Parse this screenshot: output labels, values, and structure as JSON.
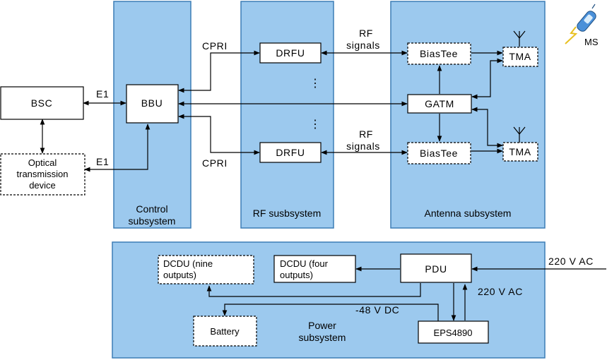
{
  "colors": {
    "subsystem_fill": "#9cc9ee",
    "subsystem_border": "#3c7db5",
    "box_fill": "#ffffff",
    "line": "#000000",
    "ms_phone": "#4a90d9",
    "ms_bolt": "#e8c020"
  },
  "subsystems": {
    "control": [
      "Control",
      "subsystem"
    ],
    "rf": "RF susbsystem",
    "antenna": "Antenna subsystem",
    "power": [
      "Power",
      "subsystem"
    ]
  },
  "blocks": {
    "bsc": "BSC",
    "optical": [
      "Optical",
      "transmission",
      "device"
    ],
    "bbu": "BBU",
    "drfu_top": "DRFU",
    "drfu_bottom": "DRFU",
    "biastee_top": "BiasTee",
    "biastee_bottom": "BiasTee",
    "gatm": "GATM",
    "tma_top": "TMA",
    "tma_bottom": "TMA",
    "dcdu_nine": [
      "DCDU (nine",
      "outputs)"
    ],
    "dcdu_four": [
      "DCDU (four",
      "outputs)"
    ],
    "pdu": "PDU",
    "battery": "Battery",
    "eps": "EPS4890"
  },
  "links": {
    "e1_top": "E1",
    "e1_bottom": "E1",
    "cpri_top": "CPRI",
    "cpri_bottom": "CPRI",
    "rf_signals_top": [
      "RF",
      "signals"
    ],
    "rf_signals_bottom": [
      "RF",
      "signals"
    ],
    "ellipsis": "⋮",
    "ac_in": "220 V AC",
    "ac_eps": "220 V AC",
    "dc": "-48 V DC"
  },
  "ms": {
    "label": "MS",
    "icon": "mobile-phone-icon"
  }
}
